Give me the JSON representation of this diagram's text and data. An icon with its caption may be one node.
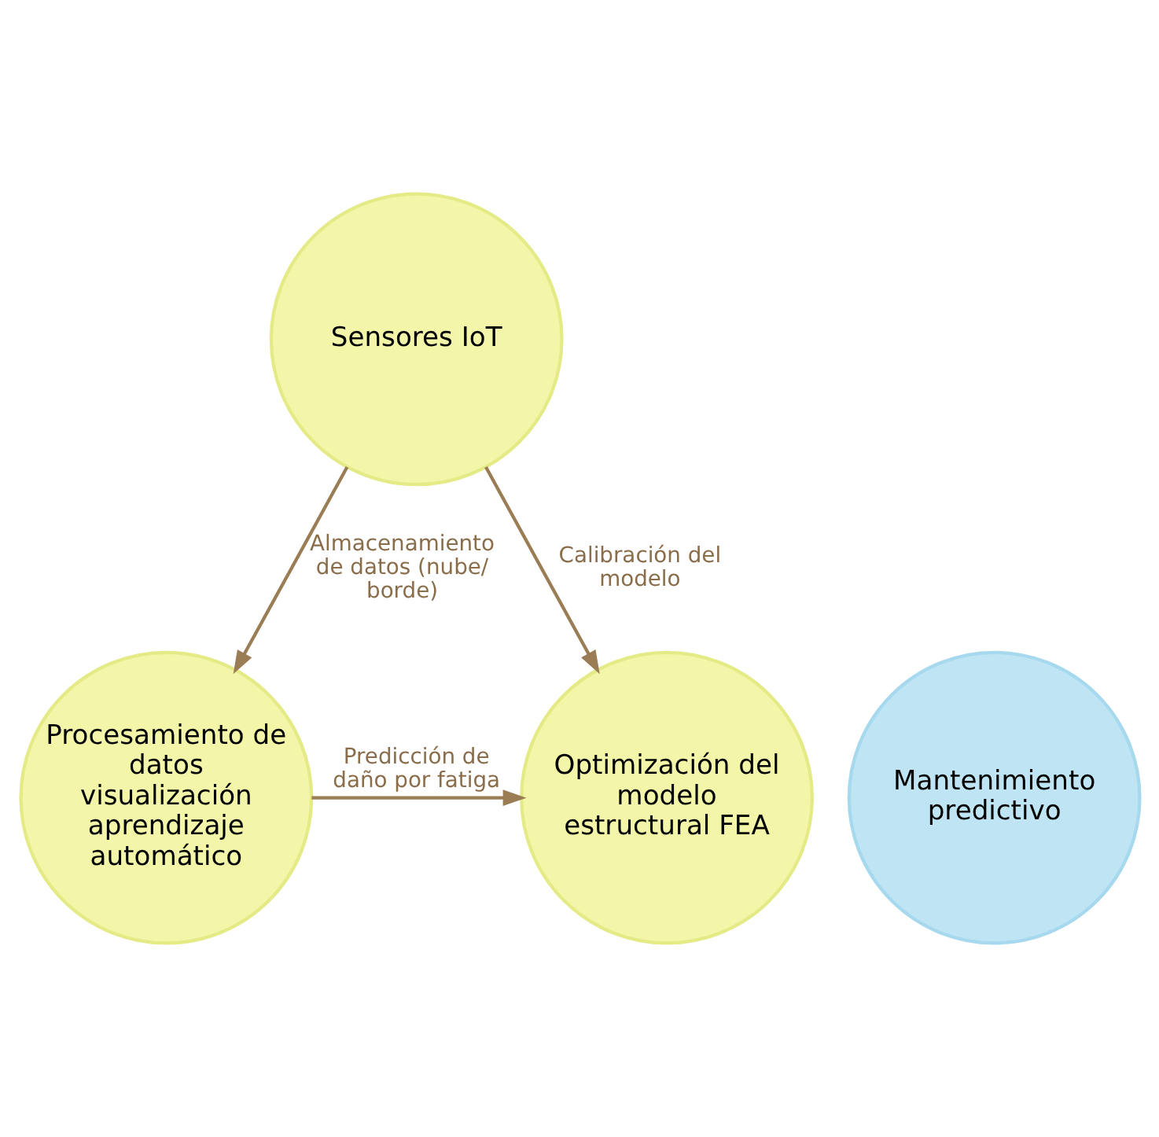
{
  "diagram": {
    "nodes": [
      {
        "text": [
          "Sensores IoT"
        ]
      },
      {
        "text": [
          "Optimización del modelo estructural FEA"
        ]
      },
      {
        "text": [
          "Procesamiento de datos visualización aprendizaje automático"
        ]
      },
      {
        "text": [
          "Mantenimiento predictivo"
        ]
      }
    ],
    "edges": [
      {
        "from": 0,
        "to": 1,
        "arrow": "to",
        "label": "Calibración del modelo"
      },
      {
        "from": 0,
        "to": 2,
        "arrow": "to",
        "label": "Almacenamiento de datos (nube/ borde)"
      },
      {
        "from": 2,
        "to": 1,
        "arrow": "to",
        "label": "Predicción de daño por fatiga"
      }
    ]
  }
}
